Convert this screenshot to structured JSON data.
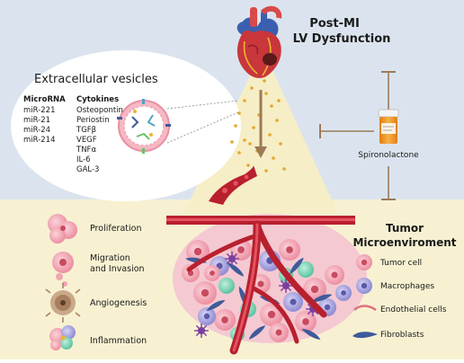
{
  "header": {
    "title_line1": "Post-MI",
    "title_line2": "LV Dysfunction"
  },
  "vesicles": {
    "title": "Extracellular vesicles",
    "microrna_heading": "MicroRNA",
    "microrna": [
      "miR-221",
      "miR-21",
      "miR-24",
      "miR-214"
    ],
    "cytokines_heading": "Cytokines",
    "cytokines": [
      "Osteopontin",
      "Periostin",
      "TGFβ",
      "VEGF",
      "TNFα",
      "IL-6",
      "GAL-3"
    ]
  },
  "drug": {
    "label": "Spironolactone"
  },
  "tumor": {
    "title_line1": "Tumor",
    "title_line2": "Microenviroment"
  },
  "processes": [
    "Proliferation",
    "Migration",
    "and Invasion",
    "Angiogenesis",
    "Inflammation"
  ],
  "legend": [
    "Tumor cell",
    "Macrophages",
    "Endothelial cells",
    "Fibroblasts"
  ],
  "colors": {
    "top_background": "#dbe4ee",
    "bottom_background": "#f7f1d2",
    "light_cone": "#f6eec6",
    "vessel_red": "#b8202e",
    "tumor_cell_pink": "#f2a5b3",
    "macrophage_purple": "#a6a3dd",
    "fibroblast_blue": "#3f5a9a",
    "inhibitor_brown": "#9c7b57",
    "pill_orange": "#f0951e"
  }
}
